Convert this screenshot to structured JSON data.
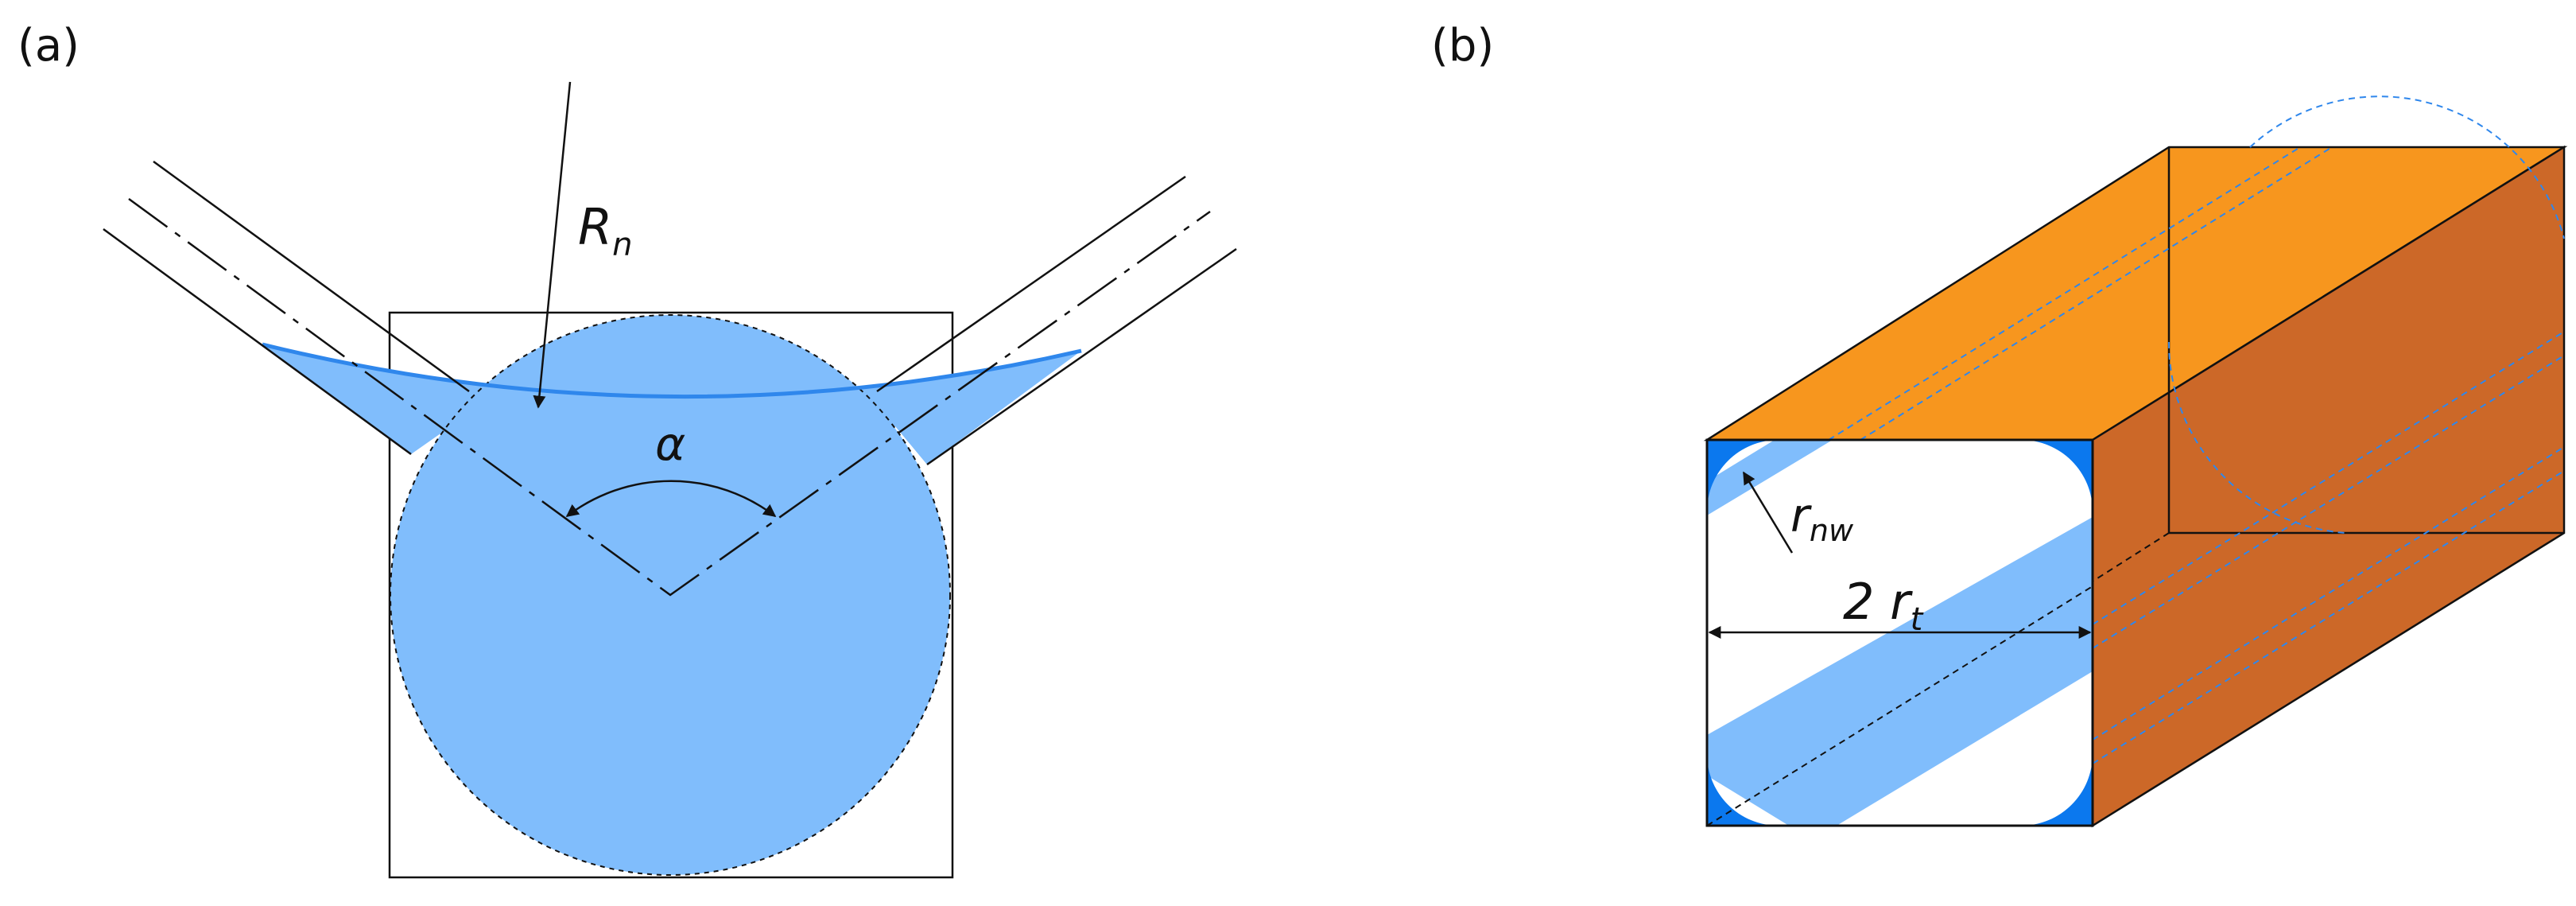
{
  "panels": [
    {
      "label": "(a)",
      "annotations": {
        "radius": "R",
        "radius_sub": "n",
        "angle": "α"
      }
    },
    {
      "label": "(b)",
      "annotations": {
        "corner_radius": "r",
        "corner_radius_sub": "nw",
        "width": "2 r",
        "width_sub": "t"
      }
    }
  ],
  "colors": {
    "wetting_fluid": "#80BDFC",
    "interface_line": "#2F87EC",
    "corner_fluid": "#0B78EE",
    "block_top": "#F7961E",
    "block_side": "#CC6828",
    "stroke": "#111111"
  }
}
